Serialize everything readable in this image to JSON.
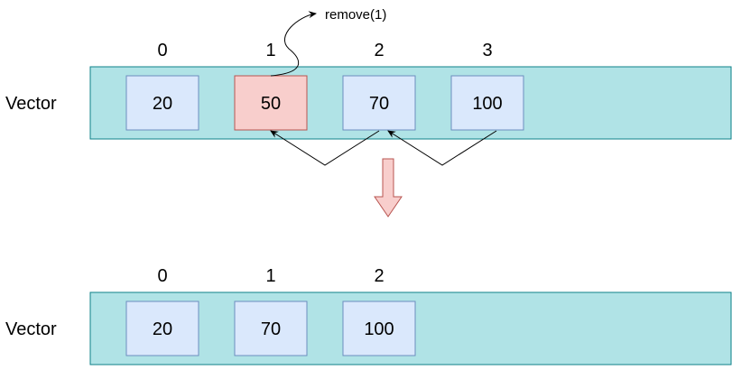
{
  "diagram": {
    "operation": "remove(1)",
    "colors": {
      "vector_fill": "#b0e3e6",
      "vector_stroke": "#0e8088",
      "cell_fill": "#dae8fc",
      "cell_stroke": "#6c8ebf",
      "removed_fill": "#f8cecc",
      "removed_stroke": "#b85450",
      "arrow_fill": "#f8cecc",
      "arrow_stroke": "#b85450",
      "line": "#000000"
    },
    "before": {
      "label": "Vector",
      "indices": [
        "0",
        "1",
        "2",
        "3"
      ],
      "values": [
        "20",
        "50",
        "70",
        "100"
      ],
      "removed_index": 1
    },
    "after": {
      "label": "Vector",
      "indices": [
        "0",
        "1",
        "2"
      ],
      "values": [
        "20",
        "70",
        "100"
      ]
    }
  }
}
